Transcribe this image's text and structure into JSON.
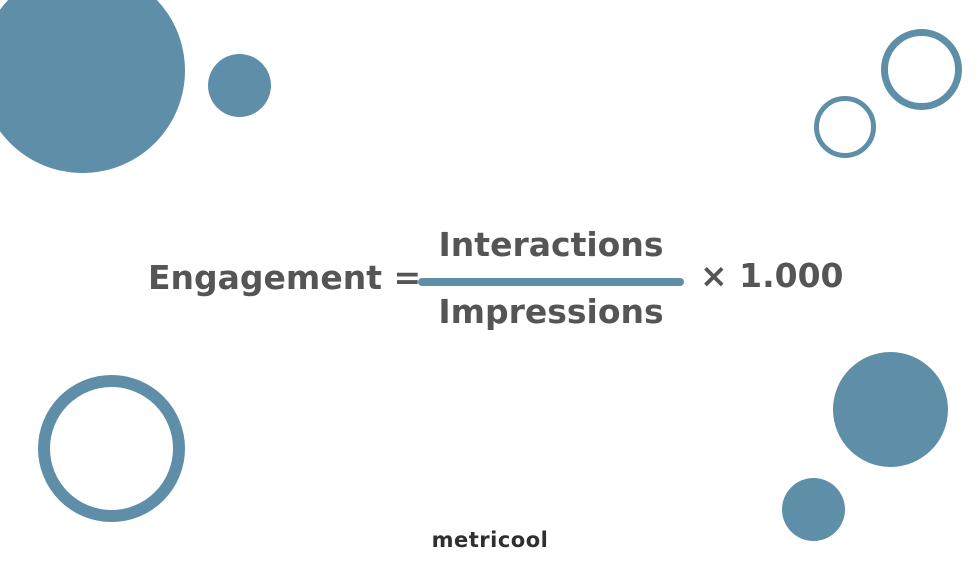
{
  "colors": {
    "accent": "#5f8fa8",
    "text": "#555555",
    "brand_text": "#2f2f2f",
    "background": "#ffffff"
  },
  "formula": {
    "lhs": "Engagement =",
    "numerator": "Interactions",
    "denominator": "Impressions",
    "multiplier": "× 1.000"
  },
  "brand": {
    "logo_text": "metricool"
  }
}
